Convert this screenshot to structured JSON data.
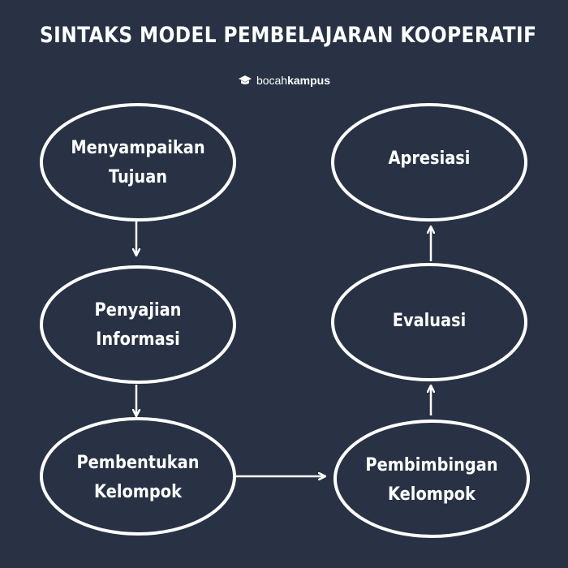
{
  "title": "SINTAKS MODEL PEMBELAJARAN KOOPERATIF",
  "brand": {
    "prefix": "bocah",
    "strong": "kampus",
    "icon": "graduation-cap-icon"
  },
  "colors": {
    "background": "#283244",
    "node_fill": "#283244",
    "stroke": "#ffffff",
    "text": "#ffffff"
  },
  "nodes": {
    "menyampaikan_tujuan": "Menyampaikan\nTujuan",
    "penyajian_informasi": "Penyajian\nInformasi",
    "pembentukan_kelompok": "Pembentukan\nKelompok",
    "pembimbingan_kelompok": "Pembimbingan\nKelompok",
    "evaluasi": "Evaluasi",
    "apresiasi": "Apresiasi"
  }
}
